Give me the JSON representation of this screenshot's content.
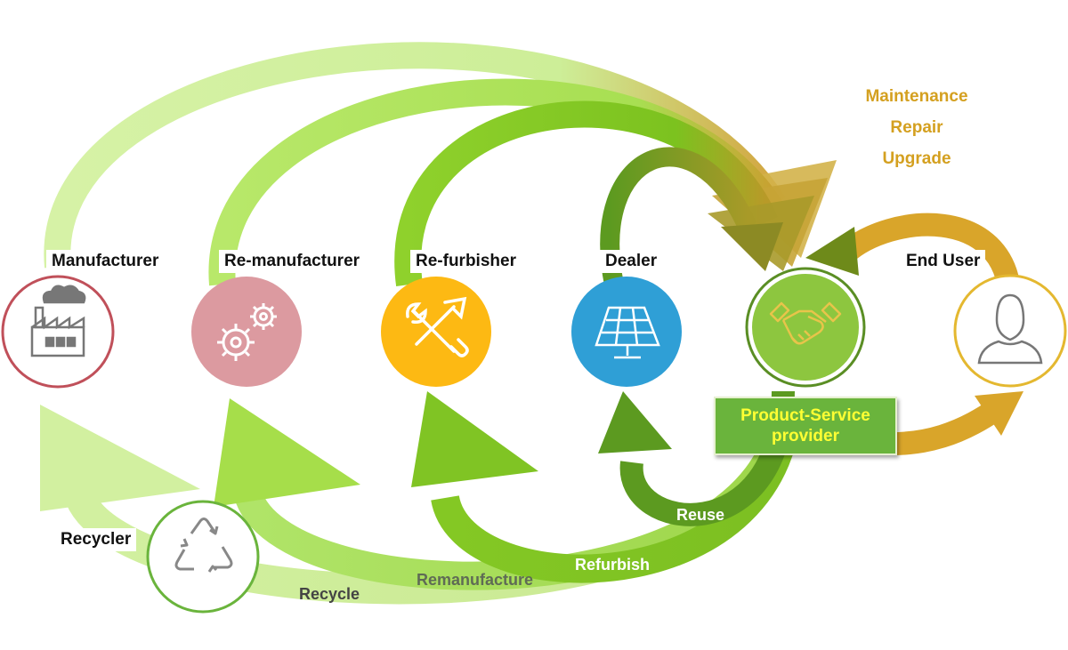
{
  "nodes": {
    "manufacturer": "Manufacturer",
    "remanufacturer": "Re-manufacturer",
    "refurbisher": "Re-furbisher",
    "dealer": "Dealer",
    "end_user": "End User",
    "recycler": "Recycler"
  },
  "product_service_provider": {
    "line1": "Product-Service",
    "line2": "provider"
  },
  "services": [
    "Maintenance",
    "Repair",
    "Upgrade"
  ],
  "flows": {
    "reuse": "Reuse",
    "refurbish": "Refurbish",
    "remanufacture": "Remanufacture",
    "recycle": "Recycle"
  },
  "icons": {
    "manufacturer": "factory-icon",
    "remanufacturer": "gears-icon",
    "refurbisher": "tools-icon",
    "dealer": "solar-panel-icon",
    "provider": "handshake-icon",
    "end_user": "user-icon",
    "recycler": "recycle-icon"
  },
  "colors": {
    "manufacturer": "#c0505a",
    "remanufacturer": "#dc9aa0",
    "refurbisher": "#fdb913",
    "dealer": "#2f9fd6",
    "provider": "#8dc63f",
    "end_user": "#e4b830",
    "recycler": "#6ab43c",
    "arrow_light": "#d2f0a0",
    "arrow_mid": "#a6de4a",
    "arrow_green": "#7cc21f",
    "arrow_dark": "#5c9a20",
    "arrow_gold": "#d9a52a"
  }
}
